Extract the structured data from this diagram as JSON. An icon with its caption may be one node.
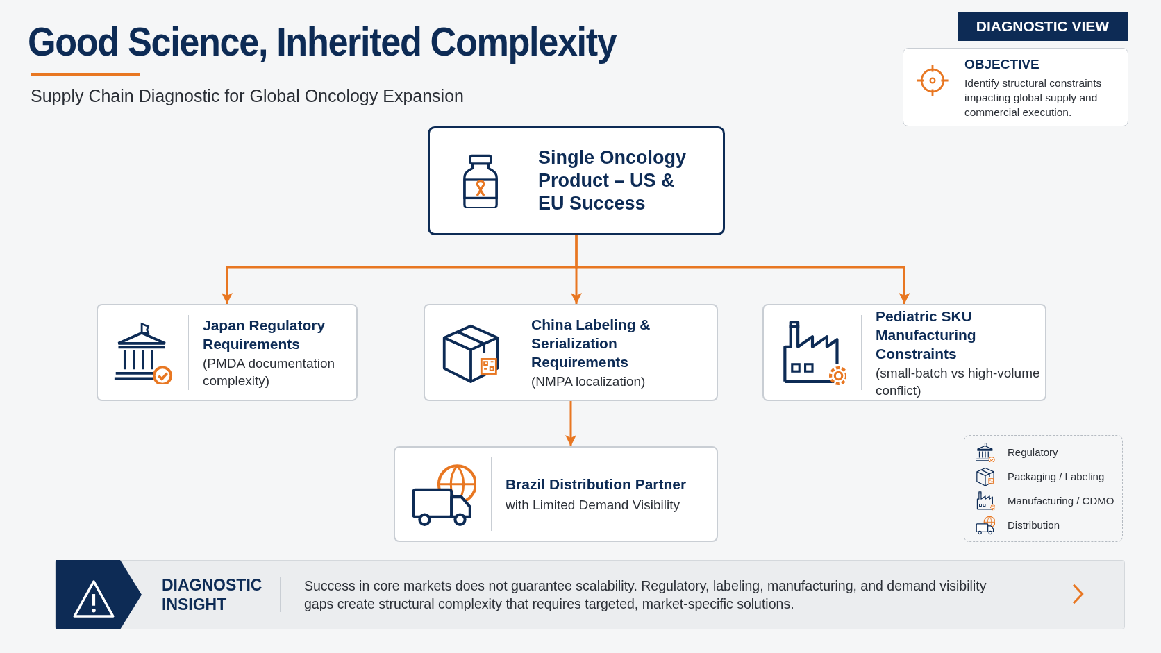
{
  "diagram": {
    "title": "Good Science, Inherited Complexity",
    "nodes": [
      {
        "text": [
          "Single Oncology Product – US & EU Success"
        ]
      },
      {
        "text": [
          "Japan Regulatory Requirements",
          "(PMDA documentation complexity)"
        ]
      },
      {
        "text": [
          "China Labeling & Serialization Requirements",
          "(NMPA localization)"
        ]
      },
      {
        "text": [
          "Pediatric SKU Manufacturing Constraints",
          "(small-batch vs high-volume conflict)"
        ]
      },
      {
        "text": [
          "Brazil Distribution Partner",
          "with Limited Demand Visibility"
        ]
      },
      {
        "text": [
          "DIAGNOSTIC VIEW"
        ]
      },
      {
        "text": [
          "OBJECTIVE",
          "Identify structural constraints impacting global supply and commercial execution."
        ]
      },
      {
        "text": [
          "DIAGNOSTIC INSIGHT",
          "Success in core markets does not guarantee scalability. Regulatory, labeling, manufacturing, and demand visibility gaps create structural complexity that requires targeted, market-specific solutions."
        ]
      }
    ],
    "edges": [
      {
        "from": 0,
        "to": 1,
        "arrow": "to"
      },
      {
        "from": 0,
        "to": 2,
        "arrow": "to"
      },
      {
        "from": 0,
        "to": 3,
        "arrow": "to"
      },
      {
        "from": 2,
        "to": 4,
        "arrow": "to"
      }
    ],
    "labels": [
      "Supply Chain Diagnostic for Global Oncology Expansion"
    ],
    "legend": [
      {
        "text": "Regulatory"
      },
      {
        "text": "Packaging / Labeling"
      },
      {
        "text": "Manufacturing / CDMO"
      },
      {
        "text": "Distribution"
      }
    ]
  }
}
